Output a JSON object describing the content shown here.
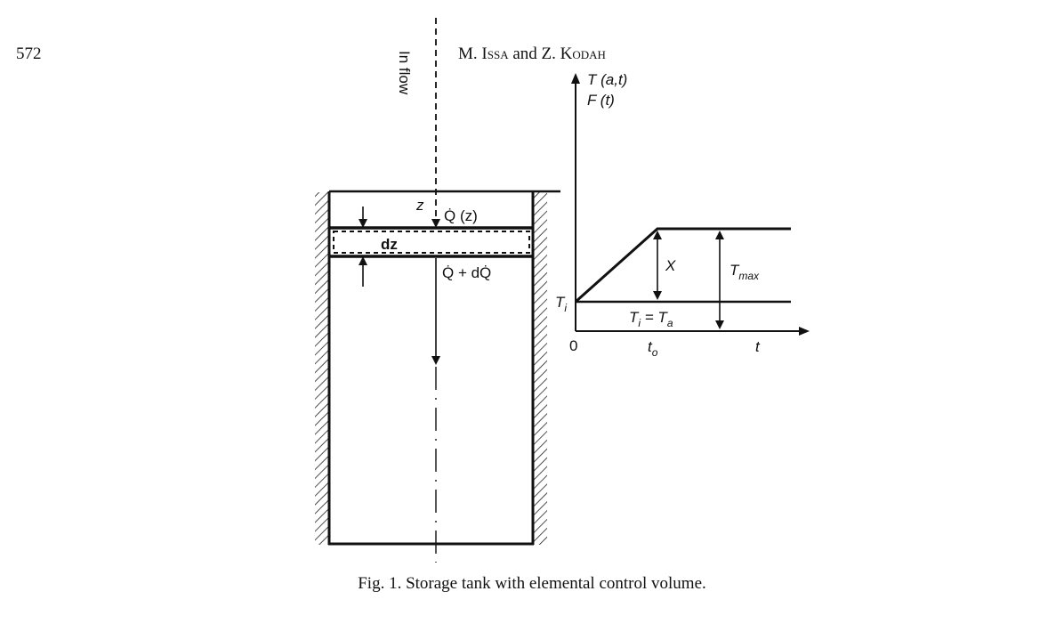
{
  "header": {
    "page_number": "572",
    "authors_a": "M. I",
    "authors_a_sc": "ssa",
    "authors_and": " and Z. K",
    "authors_b_sc": "odah"
  },
  "figure": {
    "inflow_label": "In flow",
    "z_label": "z",
    "q_label": "Q̇ (z)",
    "dz_label": "dz",
    "q_dq_label": "Q̇ + dQ̇",
    "y_axis_label_1": "T (a,t)",
    "y_axis_label_2": "F (t)",
    "ti_base": "T",
    "ti_sub": "i",
    "x_label": "X",
    "tmax_base": "T",
    "tmax_sub": "max",
    "ti_eq_ta_a": "T",
    "ti_eq_ta_a_sub": "i",
    "ti_eq_ta_mid": " = T",
    "ti_eq_ta_b_sub": "a",
    "origin_label": "0",
    "t0_base": "t",
    "t0_sub": "o",
    "t_axis_label": "t"
  },
  "caption": "Fig. 1. Storage tank with elemental control volume."
}
